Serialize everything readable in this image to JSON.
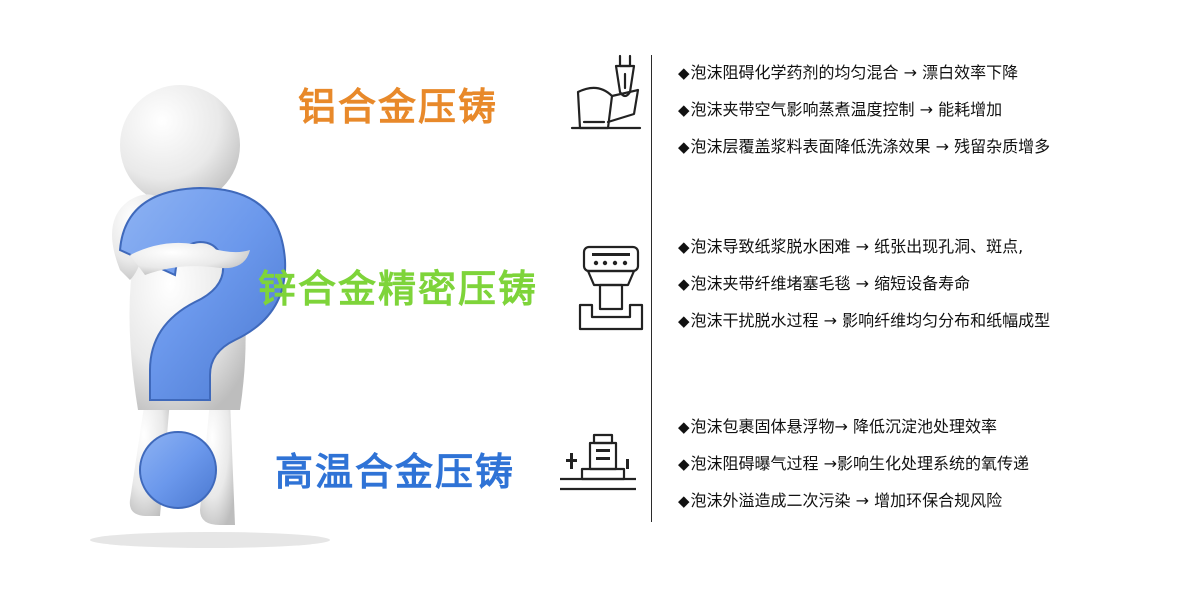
{
  "categories": [
    {
      "title": "铝合金压铸",
      "color": "#e8892a",
      "icon": "pouring-mold-icon",
      "bullets": [
        "泡沫阻碍化学药剂的均匀混合 → 漂白效率下降",
        "泡沫夹带空气影响蒸煮温度控制 → 能耗增加",
        "泡沫层覆盖浆料表面降低洗涤效果 → 残留杂质增多"
      ]
    },
    {
      "title": "锌合金精密压铸",
      "color": "#7ed43a",
      "icon": "die-casting-machine-icon",
      "bullets": [
        "泡沫导致纸浆脱水困难 → 纸张出现孔洞、斑点,",
        "泡沫夹带纤维堵塞毛毯 → 缩短设备寿命",
        "泡沫干扰脱水过程 → 影响纤维均匀分布和纸幅成型"
      ]
    },
    {
      "title": "高温合金压铸",
      "color": "#2f73d6",
      "icon": "furnace-casting-icon",
      "bullets": [
        "泡沫包裹固体悬浮物→ 降低沉淀池处理效率",
        "泡沫阻碍曝气过程 →影响生化处理系统的氧传递",
        "泡沫外溢造成二次污染 → 增加环保合规风险"
      ]
    }
  ],
  "bullet_marker": "◆",
  "figure": {
    "icon": "thinking-figure-question-mark-icon",
    "question_color": "#6b98ec"
  }
}
